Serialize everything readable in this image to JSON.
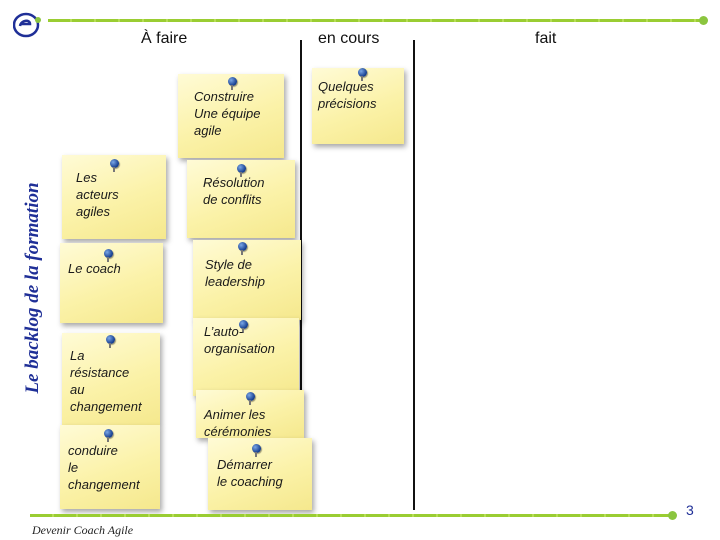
{
  "side_title": "Le backlog de la formation",
  "columns": {
    "todo": "À faire",
    "in_progress": "en cours",
    "done": "fait"
  },
  "notes": {
    "construire": "Construire\nUne équipe\nagile",
    "quelques": "Quelques\nprécisions",
    "acteurs": "Les\nacteurs\nagiles",
    "resolution": "Résolution\nde conflits",
    "coach": "Le coach",
    "style": "Style de\nleadership",
    "autoorg": "L’auto-\norganisation",
    "resistance": "La\nrésistance\nau\nchangement",
    "ceremonies": "Animer les\ncérémonies",
    "conduire": "conduire\nle\nchangement",
    "demarrer": "Démarrer\nle coaching"
  },
  "footer": "Devenir Coach Agile",
  "page_number": "3",
  "colors": {
    "accent_green": "#9acd32",
    "title_blue": "#1f2f97",
    "note_yellow": "#fbf2a8",
    "pin_blue": "#123a8c"
  },
  "icons": [
    "logo-icon",
    "pin-icon"
  ]
}
